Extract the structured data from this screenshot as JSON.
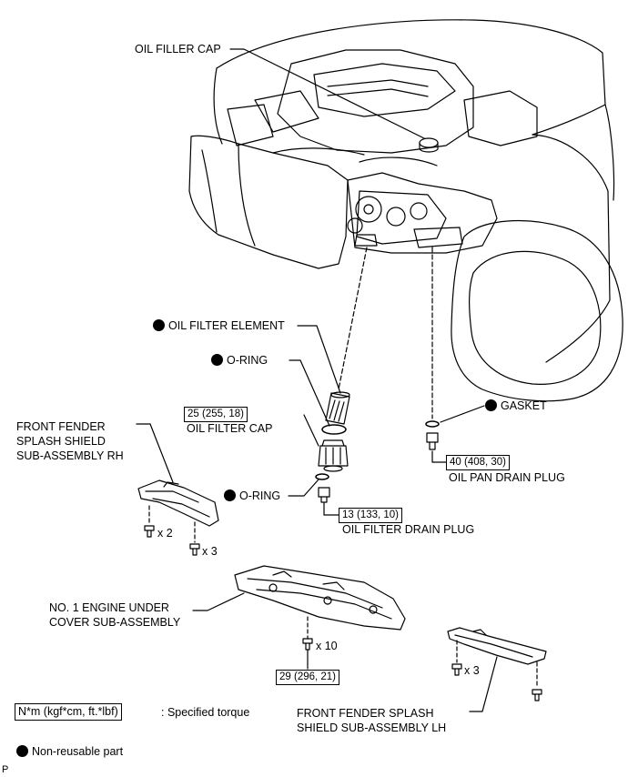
{
  "labels": {
    "oil_filler_cap": "OIL FILLER CAP",
    "oil_filter_element": "OIL FILTER ELEMENT",
    "o_ring_upper": "O-RING",
    "oil_filter_cap": "OIL FILTER CAP",
    "o_ring_lower": "O-RING",
    "oil_filter_drain_plug": "OIL FILTER DRAIN PLUG",
    "gasket": "GASKET",
    "oil_pan_drain_plug": "OIL PAN DRAIN PLUG",
    "front_fender_rh": "FRONT FENDER\nSPLASH SHIELD\nSUB-ASSEMBLY RH",
    "engine_under_cover": "NO. 1 ENGINE UNDER\nCOVER SUB-ASSEMBLY",
    "front_fender_lh": "FRONT FENDER SPLASH\nSHIELD SUB-ASSEMBLY LH"
  },
  "torque": {
    "oil_filter_cap": "25 (255, 18)",
    "oil_pan_drain_plug": "40 (408, 30)",
    "oil_filter_drain_plug": "13 (133, 10)",
    "engine_under_cover": "29 (296, 21)"
  },
  "quantities": {
    "rh_bolt_a": "x 2",
    "rh_bolt_b": "x 3",
    "under_cover_bolt": "x 10",
    "lh_bolt": "x 3"
  },
  "legend": {
    "torque_unit": "N*m (kgf*cm, ft.*lbf)",
    "torque_desc": ": Specified torque",
    "non_reusable": "Non-reusable part"
  },
  "corner_mark": "P"
}
